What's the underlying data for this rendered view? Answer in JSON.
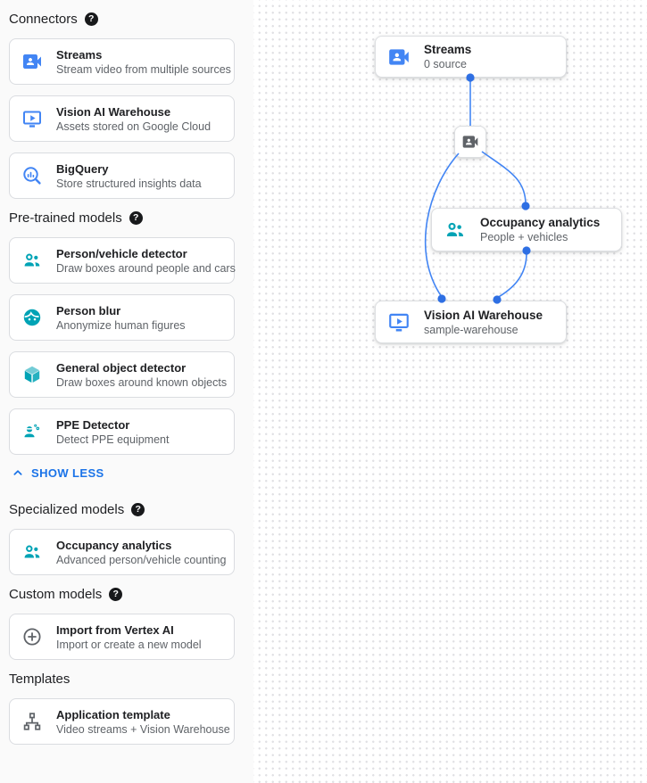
{
  "ui": {
    "help_glyph": "?"
  },
  "colors": {
    "blue_icon": "#4285f4",
    "teal_icon": "#00a3b5",
    "gray_icon": "#5f6368",
    "edge_line": "#4285f4",
    "edge_dot": "#2e6fe3",
    "link_blue": "#1a73e8",
    "sidebar_bg": "#fafafa"
  },
  "sidebar": {
    "sections": [
      {
        "title": "Connectors",
        "items": [
          {
            "icon": "streams-icon",
            "title": "Streams",
            "subtitle": "Stream video from multiple sources"
          },
          {
            "icon": "vision-warehouse-icon",
            "title": "Vision AI Warehouse",
            "subtitle": "Assets stored on Google Cloud"
          },
          {
            "icon": "bigquery-icon",
            "title": "BigQuery",
            "subtitle": "Store structured insights data"
          }
        ]
      },
      {
        "title": "Pre-trained models",
        "items": [
          {
            "icon": "person-vehicle-detector-icon",
            "title": "Person/vehicle detector",
            "subtitle": "Draw boxes around people and cars"
          },
          {
            "icon": "person-blur-icon",
            "title": "Person blur",
            "subtitle": "Anonymize human figures"
          },
          {
            "icon": "general-object-detector-icon",
            "title": "General object detector",
            "subtitle": "Draw boxes around known objects"
          },
          {
            "icon": "ppe-detector-icon",
            "title": "PPE Detector",
            "subtitle": "Detect PPE equipment"
          }
        ],
        "collapse_link": "SHOW LESS"
      },
      {
        "title": "Specialized models",
        "items": [
          {
            "icon": "occupancy-analytics-icon",
            "title": "Occupancy analytics",
            "subtitle": "Advanced person/vehicle counting"
          }
        ]
      },
      {
        "title": "Custom models",
        "items": [
          {
            "icon": "import-vertex-icon",
            "title": "Import from Vertex AI",
            "subtitle": "Import or create a new model"
          }
        ]
      },
      {
        "title": "Templates",
        "items": [
          {
            "icon": "application-template-icon",
            "title": "Application template",
            "subtitle": "Video streams + Vision Warehouse"
          }
        ]
      }
    ]
  },
  "canvas": {
    "nodes": {
      "streams": {
        "title": "Streams",
        "subtitle": "0 source"
      },
      "occupancy": {
        "title": "Occupancy analytics",
        "subtitle": "People + vehicles"
      },
      "warehouse": {
        "title": "Vision AI Warehouse",
        "subtitle": "sample-warehouse"
      }
    }
  }
}
